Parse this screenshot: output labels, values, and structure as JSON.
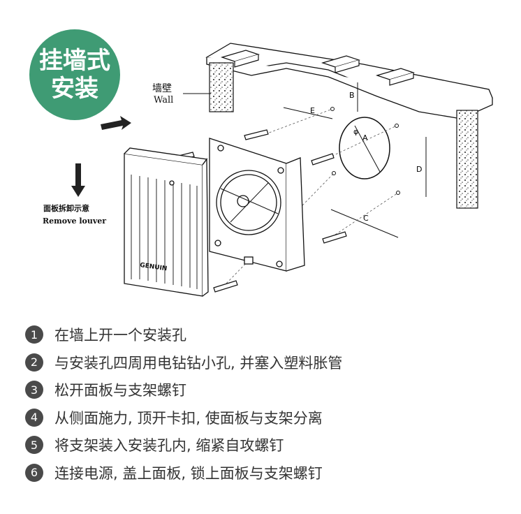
{
  "badge": {
    "line1": "挂墙式",
    "line2": "安装",
    "color": "#3f9b74"
  },
  "labels": {
    "wall_cn": "墙壁",
    "wall_en": "Wall",
    "remove_cn": "面板拆卸示意",
    "remove_en": "Remove louver",
    "dim_a": "A",
    "dim_b": "B",
    "dim_c": "C",
    "dim_d": "D",
    "dim_e": "E",
    "phi": "φ",
    "brand": "GENUIN"
  },
  "steps": [
    {
      "num": "1",
      "text": "在墙上开一个安装孔"
    },
    {
      "num": "2",
      "text": "与安装孔四周用电钻钻小孔, 并塞入塑料胀管"
    },
    {
      "num": "3",
      "text": "松开面板与支架螺钉"
    },
    {
      "num": "4",
      "text": "从侧面施力, 顶开卡扣, 使面板与支架分离"
    },
    {
      "num": "5",
      "text": "将支架装入安装孔内, 缩紧自攻螺钉"
    },
    {
      "num": "6",
      "text": "连接电源, 盖上面板, 锁上面板与支架螺钉"
    }
  ]
}
